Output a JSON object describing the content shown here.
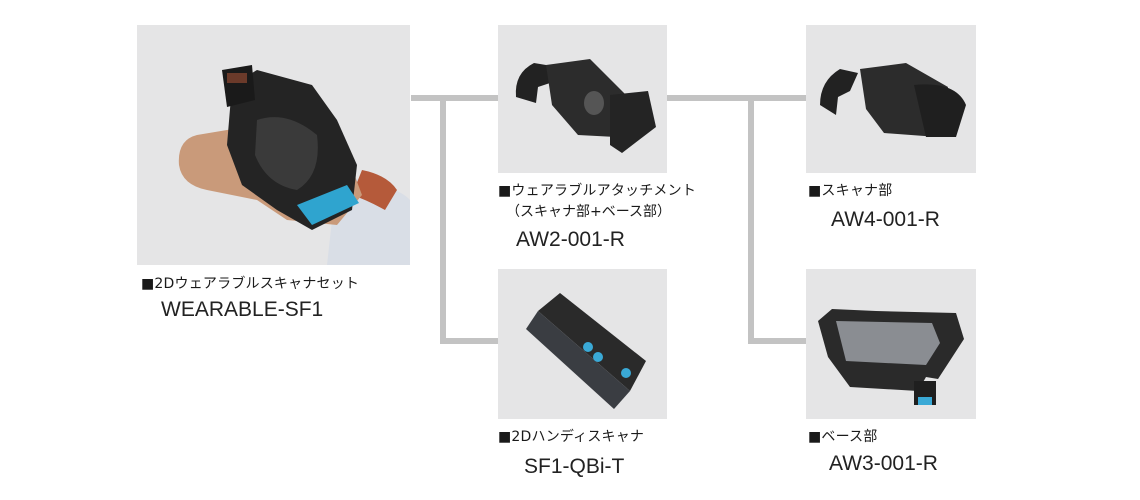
{
  "products": [
    {
      "id": "set",
      "caption": "■2Dウェアラブルスキャナセット",
      "model": "WEARABLE-SF1",
      "photo_icon": "glove-scanner-on-hand-icon"
    },
    {
      "id": "attachment",
      "caption": "■ウェアラブルアタッチメント",
      "subcaption": "（スキャナ部+ベース部）",
      "model": "AW2-001-R",
      "photo_icon": "wearable-attachment-icon"
    },
    {
      "id": "handy",
      "caption": "■2Dハンディスキャナ",
      "model": "SF1-QBi-T",
      "photo_icon": "handy-scanner-icon"
    },
    {
      "id": "scanner-unit",
      "caption": "■スキャナ部",
      "model": "AW4-001-R",
      "photo_icon": "scanner-unit-icon"
    },
    {
      "id": "base-unit",
      "caption": "■ベース部",
      "model": "AW3-001-R",
      "photo_icon": "base-unit-icon"
    }
  ],
  "colors": {
    "connector": "#c3c3c3",
    "photo_bg": "#e5e5e6",
    "accent": "#3aa9d6"
  }
}
